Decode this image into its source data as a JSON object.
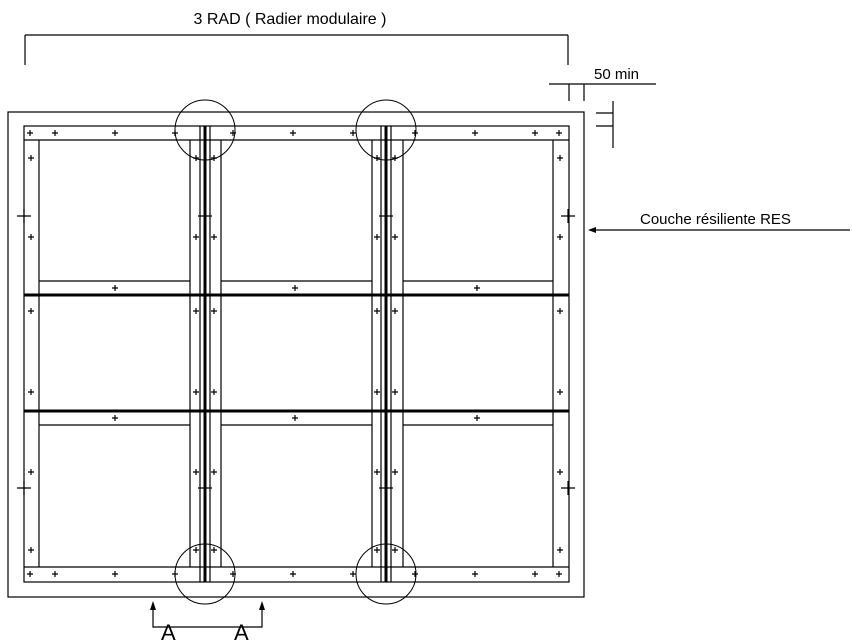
{
  "title": "3 RAD ( Radier modulaire )",
  "dimension_label": "50 min",
  "resilient_label": "Couche résiliente RES",
  "section_label_left": "A",
  "section_label_right": "A"
}
